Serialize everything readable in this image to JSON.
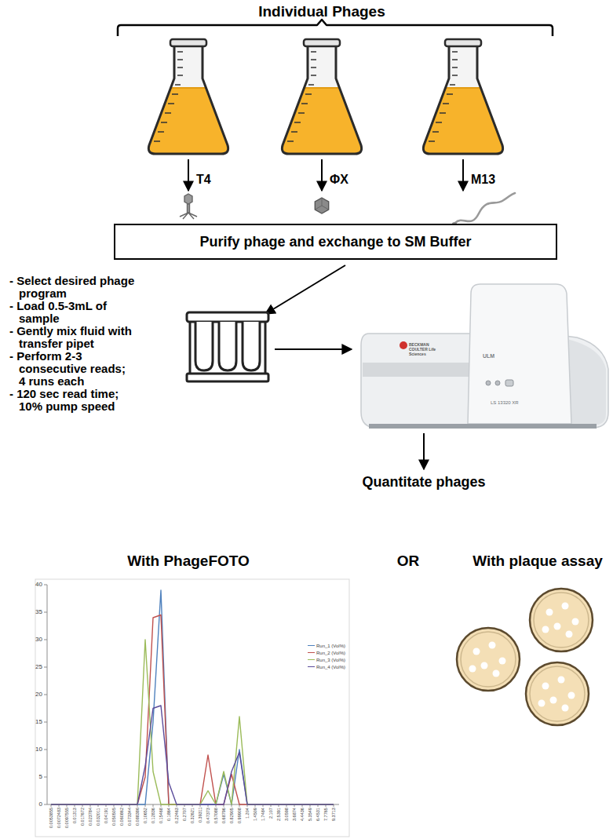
{
  "diagram": {
    "nodes": [
      {
        "text": [
          "Purify phage and exchange to SM Buffer"
        ]
      },
      {
        "text": [
          "BECKMAN COULTER Life Sciences",
          "ULM",
          "LS 13320 XR"
        ]
      }
    ],
    "labels": [
      "Individual Phages",
      "T4",
      "ΦX",
      "M13",
      "- Select desired phage program",
      "- Load 0.5-3mL of sample",
      "- Gently mix fluid with transfer pipet",
      "- Perform 2-3 consecutive reads; 4 runs each",
      "- 120 sec read time; 10% pump speed",
      "Quantitate phages",
      "With PhageFOTO",
      "OR",
      "With plaque assay",
      "0",
      "5",
      "10",
      "15",
      "20",
      "25",
      "30",
      "35",
      "40",
      "0.0053855",
      "0.0072483",
      "0.0097555",
      "0.01313",
      "0.017672",
      "0.023784",
      "0.032011",
      "0.04191",
      "0.050505",
      "0.060862",
      "0.073344",
      "0.088386",
      "0.10652",
      "0.12836",
      "0.15468",
      "0.1864",
      "0.22463",
      "0.2707",
      "0.32621",
      "0.39311",
      "0.47373",
      "0.57088",
      "0.68796",
      "0.82905",
      "0.99908",
      "1.204",
      "1.4509",
      "1.7484",
      "2.107",
      "2.5391",
      "3.0598",
      "3.6874",
      "4.4436",
      "5.3549",
      "6.4531",
      "7.7765",
      "9.3713"
    ],
    "legend": [
      {
        "text": "Run_1 (Vol%)"
      },
      {
        "text": "Run_2 (Vol%)"
      },
      {
        "text": "Run_3 (Vol%)"
      },
      {
        "text": "Run_4 (Vol%)"
      }
    ]
  }
}
